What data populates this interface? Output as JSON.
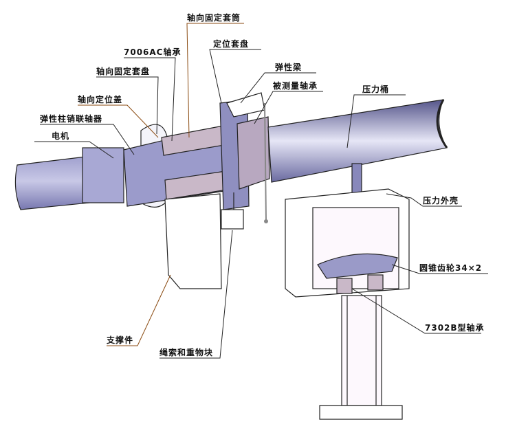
{
  "labels": {
    "axial_sleeve": "轴向固定套筒",
    "bearing_7006ac": "7006AC轴承",
    "positioning_disc": "定位套盘",
    "axial_fixed_disc": "轴向固定套盘",
    "elastic_beam": "弹性梁",
    "tested_bearing": "被测量轴承",
    "pressure_tube": "压力桶",
    "axial_cover": "轴向定位盖",
    "coupling": "弹性柱销联轴器",
    "motor": "电机",
    "pressure_housing": "压力外壳",
    "bevel_gear": "圆锥齿轮34×2",
    "bearing_7302b": "7302B型轴承",
    "support": "支撑件",
    "rope_weight": "绳索和重物块"
  },
  "colors": {
    "metal": "#8c8cc0",
    "metal_light": "#d8d8ee",
    "line": "#222222",
    "leader": "#8a4a10"
  }
}
